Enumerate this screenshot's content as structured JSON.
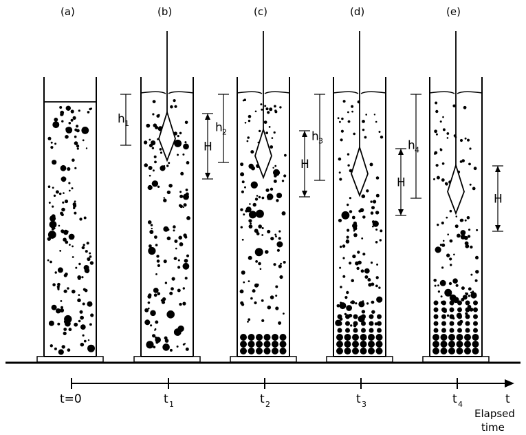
{
  "panels": [
    {
      "id": "a",
      "label": "(a)",
      "time": "t=0",
      "time_sub": "",
      "hydrometer": false,
      "h_main": "",
      "h_sub": "",
      "H": ""
    },
    {
      "id": "b",
      "label": "(b)",
      "time": "t",
      "time_sub": "1",
      "hydrometer": true,
      "h_main": "h",
      "h_sub": "1",
      "H": "H"
    },
    {
      "id": "c",
      "label": "(c)",
      "time": "t",
      "time_sub": "2",
      "hydrometer": true,
      "h_main": "h",
      "h_sub": "2",
      "H": "H"
    },
    {
      "id": "d",
      "label": "(d)",
      "time": "t",
      "time_sub": "3",
      "hydrometer": true,
      "h_main": "h",
      "h_sub": "3",
      "H": "H"
    },
    {
      "id": "e",
      "label": "(e)",
      "time": "t",
      "time_sub": "4",
      "hydrometer": true,
      "h_main": "h",
      "h_sub": "4",
      "H": "H"
    }
  ],
  "axis": {
    "symbol": "t",
    "caption_line1": "Elapsed",
    "caption_line2": "time"
  }
}
